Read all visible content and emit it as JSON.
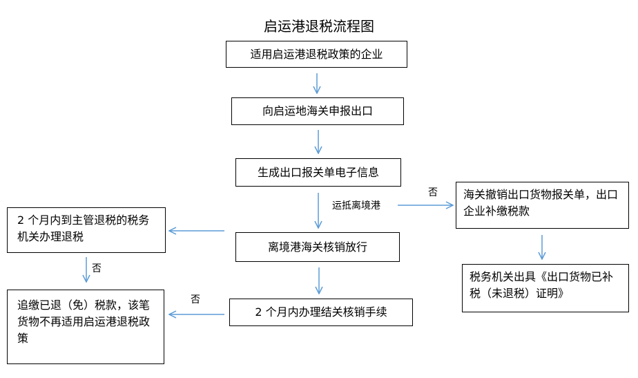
{
  "title": "启运港退税流程图",
  "boxes": {
    "step1": "适用启运港退税政策的企业",
    "step2": "向启运地海关申报出口",
    "step3": "生成出口报关单电子信息",
    "step4": "离境港海关核销放行",
    "step5": "2 个月内办理结关核销手续",
    "right1": "海关撤销出口货物报关单，出口企业补缴税款",
    "right2": "税务机关出具《出口货物已补税（未退税）证明》",
    "left1": "2 个月内到主管退税的税务机关办理退税",
    "left2": "追缴已退（免）税款，该笔货物不再适用启运港退税政策"
  },
  "labels": {
    "arrive": "运抵离境港",
    "no_right": "否",
    "no_left1": "否",
    "no_left2": "否"
  },
  "colors": {
    "arrow": "#5b9bd5",
    "border": "#000000"
  }
}
